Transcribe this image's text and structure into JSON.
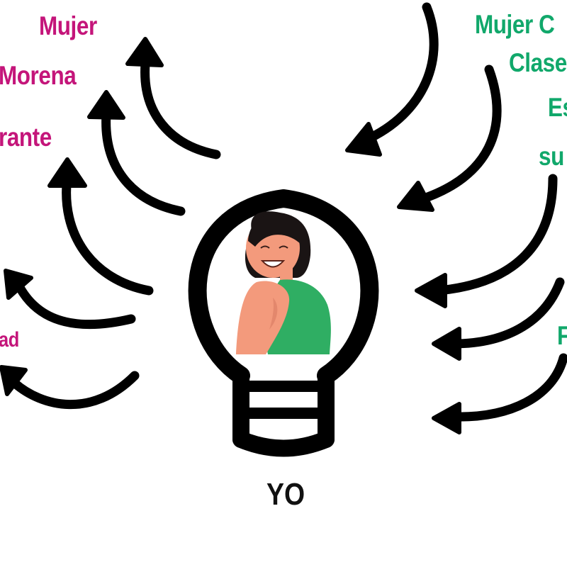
{
  "center_label": "YO",
  "left_labels": [
    "Mujer",
    "Morena",
    "rante",
    "ad"
  ],
  "right_labels": [
    "Mujer C",
    "Clase",
    "Es",
    "su",
    "F"
  ],
  "colors": {
    "left_text": "#c4157a",
    "right_text": "#11a86b",
    "arrow": "#000000",
    "shirt": "#2fae63",
    "skin": "#f39a7c",
    "hair": "#1a1414"
  },
  "icons": [
    "lightbulb-icon",
    "woman-illustration",
    "arrow-icon"
  ]
}
